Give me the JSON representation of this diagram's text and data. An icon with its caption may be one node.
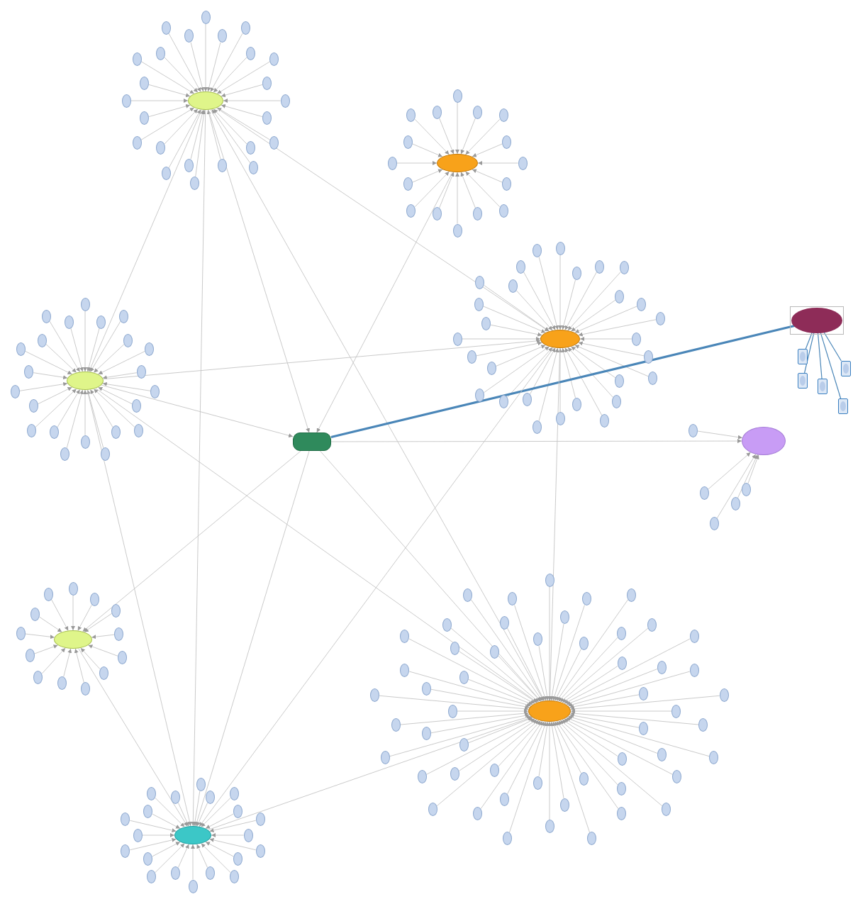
{
  "diagram": {
    "nodes": [
      {
        "text": [],
        "shape": "ellipse"
      },
      {
        "text": [],
        "shape": "ellipse"
      },
      {
        "text": [],
        "shape": "ellipse"
      },
      {
        "text": [],
        "shape": "ellipse"
      },
      {
        "text": [],
        "shape": "ellipse"
      },
      {
        "text": [],
        "shape": "box"
      },
      {
        "text": [],
        "shape": "ellipse"
      },
      {
        "text": [],
        "shape": "ellipse"
      },
      {
        "text": [],
        "shape": "ellipse"
      },
      {
        "text": [],
        "shape": "ellipse"
      },
      {
        "text": [],
        "shape": "ellipse"
      },
      {
        "text": [],
        "shape": "ellipse"
      },
      {
        "text": [],
        "shape": "ellipse"
      },
      {
        "text": [],
        "shape": "ellipse"
      },
      {
        "text": [],
        "shape": "ellipse"
      },
      {
        "text": [],
        "shape": "ellipse"
      },
      {
        "text": [],
        "shape": "ellipse"
      },
      {
        "text": [],
        "shape": "ellipse"
      },
      {
        "text": [],
        "shape": "ellipse"
      },
      {
        "text": [],
        "shape": "ellipse"
      },
      {
        "text": [],
        "shape": "ellipse"
      },
      {
        "text": [],
        "shape": "ellipse"
      },
      {
        "text": [],
        "shape": "ellipse"
      },
      {
        "text": [],
        "shape": "ellipse"
      },
      {
        "text": [],
        "shape": "ellipse"
      },
      {
        "text": [],
        "shape": "ellipse"
      },
      {
        "text": [],
        "shape": "ellipse"
      },
      {
        "text": [],
        "shape": "ellipse"
      },
      {
        "text": [],
        "shape": "ellipse"
      },
      {
        "text": [],
        "shape": "ellipse"
      },
      {
        "text": [],
        "shape": "ellipse"
      },
      {
        "text": [],
        "shape": "ellipse"
      },
      {
        "text": [],
        "shape": "ellipse"
      },
      {
        "text": [],
        "shape": "ellipse"
      },
      {
        "text": [],
        "shape": "ellipse"
      },
      {
        "text": [],
        "shape": "ellipse"
      },
      {
        "text": [],
        "shape": "ellipse"
      },
      {
        "text": [],
        "shape": "ellipse"
      },
      {
        "text": [],
        "shape": "ellipse"
      },
      {
        "text": [],
        "shape": "ellipse"
      },
      {
        "text": [],
        "shape": "ellipse"
      },
      {
        "text": [],
        "shape": "ellipse"
      },
      {
        "text": [],
        "shape": "ellipse"
      },
      {
        "text": [],
        "shape": "ellipse"
      },
      {
        "text": [],
        "shape": "ellipse"
      },
      {
        "text": [],
        "shape": "ellipse"
      },
      {
        "text": [],
        "shape": "ellipse"
      },
      {
        "text": [],
        "shape": "ellipse"
      },
      {
        "text": [],
        "shape": "ellipse"
      },
      {
        "text": [],
        "shape": "ellipse"
      },
      {
        "text": [],
        "shape": "ellipse"
      },
      {
        "text": [],
        "shape": "ellipse"
      },
      {
        "text": [],
        "shape": "ellipse"
      },
      {
        "text": [],
        "shape": "ellipse"
      },
      {
        "text": [],
        "shape": "ellipse"
      },
      {
        "text": [],
        "shape": "ellipse"
      },
      {
        "text": [],
        "shape": "ellipse"
      },
      {
        "text": [],
        "shape": "ellipse"
      },
      {
        "text": [],
        "shape": "ellipse"
      },
      {
        "text": [],
        "shape": "ellipse"
      },
      {
        "text": [],
        "shape": "ellipse"
      },
      {
        "text": [],
        "shape": "ellipse"
      },
      {
        "text": [],
        "shape": "ellipse"
      },
      {
        "text": [],
        "shape": "ellipse"
      },
      {
        "text": [],
        "shape": "ellipse"
      },
      {
        "text": [],
        "shape": "ellipse"
      },
      {
        "text": [],
        "shape": "ellipse"
      },
      {
        "text": [],
        "shape": "ellipse"
      },
      {
        "text": [],
        "shape": "ellipse"
      },
      {
        "text": [],
        "shape": "ellipse"
      },
      {
        "text": [],
        "shape": "ellipse"
      },
      {
        "text": [],
        "shape": "ellipse"
      },
      {
        "text": [],
        "shape": "ellipse"
      },
      {
        "text": [],
        "shape": "ellipse"
      },
      {
        "text": [],
        "shape": "ellipse"
      },
      {
        "text": [],
        "shape": "ellipse"
      },
      {
        "text": [],
        "shape": "ellipse"
      },
      {
        "text": [],
        "shape": "ellipse"
      },
      {
        "text": [],
        "shape": "box"
      },
      {
        "text": [],
        "shape": "box"
      },
      {
        "text": [],
        "shape": "box"
      },
      {
        "text": [],
        "shape": "box"
      },
      {
        "text": [],
        "shape": "box"
      },
      {
        "text": [],
        "shape": "ellipse"
      },
      {
        "text": [],
        "shape": "ellipse"
      },
      {
        "text": [],
        "shape": "ellipse"
      },
      {
        "text": [],
        "shape": "ellipse"
      },
      {
        "text": [],
        "shape": "ellipse"
      },
      {
        "text": [],
        "shape": "ellipse"
      },
      {
        "text": [],
        "shape": "ellipse"
      },
      {
        "text": [],
        "shape": "ellipse"
      },
      {
        "text": [],
        "shape": "ellipse"
      },
      {
        "text": [],
        "shape": "ellipse"
      },
      {
        "text": [],
        "shape": "ellipse"
      },
      {
        "text": [],
        "shape": "ellipse"
      },
      {
        "text": [],
        "shape": "ellipse"
      },
      {
        "text": [],
        "shape": "ellipse"
      },
      {
        "text": [],
        "shape": "ellipse"
      },
      {
        "text": [],
        "shape": "ellipse"
      },
      {
        "text": [],
        "shape": "ellipse"
      },
      {
        "text": [],
        "shape": "ellipse"
      },
      {
        "text": [],
        "shape": "ellipse"
      },
      {
        "text": [],
        "shape": "ellipse"
      },
      {
        "text": [],
        "shape": "ellipse"
      },
      {
        "text": [],
        "shape": "ellipse"
      },
      {
        "text": [],
        "shape": "ellipse"
      },
      {
        "text": [],
        "shape": "ellipse"
      },
      {
        "text": [],
        "shape": "ellipse"
      },
      {
        "text": [],
        "shape": "ellipse"
      },
      {
        "text": [],
        "shape": "ellipse"
      },
      {
        "text": [],
        "shape": "ellipse"
      },
      {
        "text": [],
        "shape": "ellipse"
      },
      {
        "text": [],
        "shape": "ellipse"
      },
      {
        "text": [],
        "shape": "ellipse"
      },
      {
        "text": [],
        "shape": "ellipse"
      },
      {
        "text": [],
        "shape": "ellipse"
      },
      {
        "text": [],
        "shape": "ellipse"
      },
      {
        "text": [],
        "shape": "ellipse"
      },
      {
        "text": [],
        "shape": "ellipse"
      },
      {
        "text": [],
        "shape": "ellipse"
      },
      {
        "text": [],
        "shape": "ellipse"
      },
      {
        "text": [],
        "shape": "ellipse"
      },
      {
        "text": [],
        "shape": "ellipse"
      },
      {
        "text": [],
        "shape": "ellipse"
      },
      {
        "text": [],
        "shape": "ellipse"
      },
      {
        "text": [],
        "shape": "ellipse"
      },
      {
        "text": [],
        "shape": "ellipse"
      },
      {
        "text": [],
        "shape": "ellipse"
      },
      {
        "text": [],
        "shape": "ellipse"
      },
      {
        "text": [],
        "shape": "ellipse"
      },
      {
        "text": [],
        "shape": "ellipse"
      },
      {
        "text": [],
        "shape": "ellipse"
      },
      {
        "text": [],
        "shape": "ellipse"
      },
      {
        "text": [],
        "shape": "ellipse"
      },
      {
        "text": [],
        "shape": "ellipse"
      },
      {
        "text": [],
        "shape": "ellipse"
      },
      {
        "text": [],
        "shape": "ellipse"
      },
      {
        "text": [],
        "shape": "ellipse"
      },
      {
        "text": [],
        "shape": "ellipse"
      },
      {
        "text": [],
        "shape": "ellipse"
      },
      {
        "text": [],
        "shape": "ellipse"
      },
      {
        "text": [],
        "shape": "ellipse"
      },
      {
        "text": [],
        "shape": "ellipse"
      },
      {
        "text": [],
        "shape": "ellipse"
      },
      {
        "text": [],
        "shape": "ellipse"
      },
      {
        "text": [],
        "shape": "ellipse"
      },
      {
        "text": [],
        "shape": "ellipse"
      },
      {
        "text": [],
        "shape": "ellipse"
      },
      {
        "text": [],
        "shape": "ellipse"
      },
      {
        "text": [],
        "shape": "ellipse"
      },
      {
        "text": [],
        "shape": "ellipse"
      },
      {
        "text": [],
        "shape": "ellipse"
      },
      {
        "text": [],
        "shape": "ellipse"
      },
      {
        "text": [],
        "shape": "ellipse"
      },
      {
        "text": [],
        "shape": "ellipse"
      },
      {
        "text": [],
        "shape": "ellipse"
      },
      {
        "text": [],
        "shape": "ellipse"
      },
      {
        "text": [],
        "shape": "ellipse"
      },
      {
        "text": [],
        "shape": "ellipse"
      },
      {
        "text": [],
        "shape": "ellipse"
      },
      {
        "text": [],
        "shape": "ellipse"
      },
      {
        "text": [],
        "shape": "ellipse"
      },
      {
        "text": [],
        "shape": "ellipse"
      },
      {
        "text": [],
        "shape": "ellipse"
      },
      {
        "text": [],
        "shape": "ellipse"
      },
      {
        "text": [],
        "shape": "ellipse"
      },
      {
        "text": [],
        "shape": "ellipse"
      },
      {
        "text": [],
        "shape": "ellipse"
      },
      {
        "text": [],
        "shape": "ellipse"
      },
      {
        "text": [],
        "shape": "ellipse"
      },
      {
        "text": [],
        "shape": "ellipse"
      },
      {
        "text": [],
        "shape": "ellipse"
      },
      {
        "text": [],
        "shape": "ellipse"
      },
      {
        "text": [],
        "shape": "ellipse"
      },
      {
        "text": [],
        "shape": "ellipse"
      },
      {
        "text": [],
        "shape": "ellipse"
      },
      {
        "text": [],
        "shape": "ellipse"
      },
      {
        "text": [],
        "shape": "ellipse"
      },
      {
        "text": [],
        "shape": "ellipse"
      },
      {
        "text": [],
        "shape": "ellipse"
      },
      {
        "text": [],
        "shape": "ellipse"
      },
      {
        "text": [],
        "shape": "ellipse"
      },
      {
        "text": [],
        "shape": "ellipse"
      },
      {
        "text": [],
        "shape": "ellipse"
      },
      {
        "text": [],
        "shape": "ellipse"
      },
      {
        "text": [],
        "shape": "ellipse"
      },
      {
        "text": [],
        "shape": "ellipse"
      },
      {
        "text": [],
        "shape": "ellipse"
      },
      {
        "text": [],
        "shape": "ellipse"
      },
      {
        "text": [],
        "shape": "ellipse"
      },
      {
        "text": [],
        "shape": "ellipse"
      },
      {
        "text": [],
        "shape": "ellipse"
      },
      {
        "text": [],
        "shape": "ellipse"
      },
      {
        "text": [],
        "shape": "ellipse"
      },
      {
        "text": [],
        "shape": "ellipse"
      }
    ],
    "edges": [
      {
        "from": 10,
        "to": 0,
        "arrow": "to"
      },
      {
        "from": 11,
        "to": 0,
        "arrow": "to"
      },
      {
        "from": 12,
        "to": 0,
        "arrow": "to"
      },
      {
        "from": 13,
        "to": 0,
        "arrow": "to"
      },
      {
        "from": 14,
        "to": 0,
        "arrow": "to"
      },
      {
        "from": 15,
        "to": 0,
        "arrow": "to"
      },
      {
        "from": 16,
        "to": 0,
        "arrow": "to"
      },
      {
        "from": 17,
        "to": 0,
        "arrow": "to"
      },
      {
        "from": 18,
        "to": 0,
        "arrow": "to"
      },
      {
        "from": 19,
        "to": 0,
        "arrow": "to"
      },
      {
        "from": 20,
        "to": 0,
        "arrow": "to"
      },
      {
        "from": 21,
        "to": 0,
        "arrow": "to"
      },
      {
        "from": 22,
        "to": 0,
        "arrow": "to"
      },
      {
        "from": 23,
        "to": 0,
        "arrow": "to"
      },
      {
        "from": 24,
        "to": 0,
        "arrow": "to"
      },
      {
        "from": 25,
        "to": 0,
        "arrow": "to"
      },
      {
        "from": 26,
        "to": 0,
        "arrow": "to"
      },
      {
        "from": 27,
        "to": 0,
        "arrow": "to"
      },
      {
        "from": 28,
        "to": 0,
        "arrow": "to"
      },
      {
        "from": 29,
        "to": 0,
        "arrow": "to"
      },
      {
        "from": 30,
        "to": 0,
        "arrow": "to"
      },
      {
        "from": 31,
        "to": 0,
        "arrow": "to"
      },
      {
        "from": 32,
        "to": 0,
        "arrow": "to"
      },
      {
        "from": 33,
        "to": 0,
        "arrow": "to"
      },
      {
        "from": 34,
        "to": 1,
        "arrow": "to"
      },
      {
        "from": 35,
        "to": 1,
        "arrow": "to"
      },
      {
        "from": 36,
        "to": 1,
        "arrow": "to"
      },
      {
        "from": 37,
        "to": 1,
        "arrow": "to"
      },
      {
        "from": 38,
        "to": 1,
        "arrow": "to"
      },
      {
        "from": 39,
        "to": 1,
        "arrow": "to"
      },
      {
        "from": 40,
        "to": 1,
        "arrow": "to"
      },
      {
        "from": 41,
        "to": 1,
        "arrow": "to"
      },
      {
        "from": 42,
        "to": 1,
        "arrow": "to"
      },
      {
        "from": 43,
        "to": 1,
        "arrow": "to"
      },
      {
        "from": 44,
        "to": 1,
        "arrow": "to"
      },
      {
        "from": 45,
        "to": 1,
        "arrow": "to"
      },
      {
        "from": 46,
        "to": 1,
        "arrow": "to"
      },
      {
        "from": 47,
        "to": 1,
        "arrow": "to"
      },
      {
        "from": 48,
        "to": 1,
        "arrow": "to"
      },
      {
        "from": 49,
        "to": 1,
        "arrow": "to"
      },
      {
        "from": 50,
        "to": 2,
        "arrow": "to"
      },
      {
        "from": 51,
        "to": 2,
        "arrow": "to"
      },
      {
        "from": 52,
        "to": 2,
        "arrow": "to"
      },
      {
        "from": 53,
        "to": 2,
        "arrow": "to"
      },
      {
        "from": 54,
        "to": 2,
        "arrow": "to"
      },
      {
        "from": 55,
        "to": 2,
        "arrow": "to"
      },
      {
        "from": 56,
        "to": 2,
        "arrow": "to"
      },
      {
        "from": 57,
        "to": 2,
        "arrow": "to"
      },
      {
        "from": 58,
        "to": 2,
        "arrow": "to"
      },
      {
        "from": 59,
        "to": 2,
        "arrow": "to"
      },
      {
        "from": 60,
        "to": 2,
        "arrow": "to"
      },
      {
        "from": 61,
        "to": 2,
        "arrow": "to"
      },
      {
        "from": 62,
        "to": 2,
        "arrow": "to"
      },
      {
        "from": 63,
        "to": 2,
        "arrow": "to"
      },
      {
        "from": 64,
        "to": 2,
        "arrow": "to"
      },
      {
        "from": 65,
        "to": 2,
        "arrow": "to"
      },
      {
        "from": 66,
        "to": 2,
        "arrow": "to"
      },
      {
        "from": 67,
        "to": 2,
        "arrow": "to"
      },
      {
        "from": 68,
        "to": 2,
        "arrow": "to"
      },
      {
        "from": 69,
        "to": 2,
        "arrow": "to"
      },
      {
        "from": 70,
        "to": 2,
        "arrow": "to"
      },
      {
        "from": 71,
        "to": 2,
        "arrow": "to"
      },
      {
        "from": 72,
        "to": 2,
        "arrow": "to"
      },
      {
        "from": 73,
        "to": 2,
        "arrow": "to"
      },
      {
        "from": 74,
        "to": 2,
        "arrow": "to"
      },
      {
        "from": 75,
        "to": 2,
        "arrow": "to"
      },
      {
        "from": 76,
        "to": 2,
        "arrow": "to"
      },
      {
        "from": 77,
        "to": 2,
        "arrow": "to"
      },
      {
        "from": 3,
        "to": 78,
        "arrow": "none",
        "color": "#4a86b8"
      },
      {
        "from": 3,
        "to": 79,
        "arrow": "none",
        "color": "#4a86b8"
      },
      {
        "from": 3,
        "to": 80,
        "arrow": "none",
        "color": "#4a86b8"
      },
      {
        "from": 3,
        "to": 81,
        "arrow": "none",
        "color": "#4a86b8"
      },
      {
        "from": 3,
        "to": 82,
        "arrow": "none",
        "color": "#4a86b8"
      },
      {
        "from": 83,
        "to": 4,
        "arrow": "to"
      },
      {
        "from": 84,
        "to": 4,
        "arrow": "to"
      },
      {
        "from": 85,
        "to": 4,
        "arrow": "to"
      },
      {
        "from": 86,
        "to": 4,
        "arrow": "to"
      },
      {
        "from": 87,
        "to": 4,
        "arrow": "to"
      },
      {
        "from": 88,
        "to": 4,
        "arrow": "to"
      },
      {
        "from": 89,
        "to": 4,
        "arrow": "to"
      },
      {
        "from": 90,
        "to": 4,
        "arrow": "to"
      },
      {
        "from": 91,
        "to": 4,
        "arrow": "to"
      },
      {
        "from": 92,
        "to": 4,
        "arrow": "to"
      },
      {
        "from": 93,
        "to": 4,
        "arrow": "to"
      },
      {
        "from": 94,
        "to": 4,
        "arrow": "to"
      },
      {
        "from": 95,
        "to": 4,
        "arrow": "to"
      },
      {
        "from": 96,
        "to": 4,
        "arrow": "to"
      },
      {
        "from": 97,
        "to": 4,
        "arrow": "to"
      },
      {
        "from": 98,
        "to": 4,
        "arrow": "to"
      },
      {
        "from": 99,
        "to": 4,
        "arrow": "to"
      },
      {
        "from": 100,
        "to": 4,
        "arrow": "to"
      },
      {
        "from": 101,
        "to": 4,
        "arrow": "to"
      },
      {
        "from": 102,
        "to": 4,
        "arrow": "to"
      },
      {
        "from": 103,
        "to": 4,
        "arrow": "to"
      },
      {
        "from": 104,
        "to": 4,
        "arrow": "to"
      },
      {
        "from": 105,
        "to": 6,
        "arrow": "to"
      },
      {
        "from": 106,
        "to": 6,
        "arrow": "to"
      },
      {
        "from": 107,
        "to": 6,
        "arrow": "to"
      },
      {
        "from": 108,
        "to": 6,
        "arrow": "to"
      },
      {
        "from": 109,
        "to": 6,
        "arrow": "to"
      },
      {
        "from": 110,
        "to": 7,
        "arrow": "to"
      },
      {
        "from": 111,
        "to": 7,
        "arrow": "to"
      },
      {
        "from": 112,
        "to": 7,
        "arrow": "to"
      },
      {
        "from": 113,
        "to": 7,
        "arrow": "to"
      },
      {
        "from": 114,
        "to": 7,
        "arrow": "to"
      },
      {
        "from": 115,
        "to": 7,
        "arrow": "to"
      },
      {
        "from": 116,
        "to": 7,
        "arrow": "to"
      },
      {
        "from": 117,
        "to": 7,
        "arrow": "to"
      },
      {
        "from": 118,
        "to": 7,
        "arrow": "to"
      },
      {
        "from": 119,
        "to": 7,
        "arrow": "to"
      },
      {
        "from": 120,
        "to": 7,
        "arrow": "to"
      },
      {
        "from": 121,
        "to": 7,
        "arrow": "to"
      },
      {
        "from": 122,
        "to": 7,
        "arrow": "to"
      },
      {
        "from": 123,
        "to": 8,
        "arrow": "to"
      },
      {
        "from": 124,
        "to": 8,
        "arrow": "to"
      },
      {
        "from": 125,
        "to": 8,
        "arrow": "to"
      },
      {
        "from": 126,
        "to": 8,
        "arrow": "to"
      },
      {
        "from": 127,
        "to": 8,
        "arrow": "to"
      },
      {
        "from": 128,
        "to": 8,
        "arrow": "to"
      },
      {
        "from": 129,
        "to": 8,
        "arrow": "to"
      },
      {
        "from": 130,
        "to": 8,
        "arrow": "to"
      },
      {
        "from": 131,
        "to": 8,
        "arrow": "to"
      },
      {
        "from": 132,
        "to": 8,
        "arrow": "to"
      },
      {
        "from": 133,
        "to": 8,
        "arrow": "to"
      },
      {
        "from": 134,
        "to": 8,
        "arrow": "to"
      },
      {
        "from": 135,
        "to": 8,
        "arrow": "to"
      },
      {
        "from": 136,
        "to": 8,
        "arrow": "to"
      },
      {
        "from": 137,
        "to": 8,
        "arrow": "to"
      },
      {
        "from": 138,
        "to": 8,
        "arrow": "to"
      },
      {
        "from": 139,
        "to": 8,
        "arrow": "to"
      },
      {
        "from": 140,
        "to": 8,
        "arrow": "to"
      },
      {
        "from": 141,
        "to": 8,
        "arrow": "to"
      },
      {
        "from": 142,
        "to": 8,
        "arrow": "to"
      },
      {
        "from": 143,
        "to": 8,
        "arrow": "to"
      },
      {
        "from": 144,
        "to": 8,
        "arrow": "to"
      },
      {
        "from": 145,
        "to": 8,
        "arrow": "to"
      },
      {
        "from": 146,
        "to": 8,
        "arrow": "to"
      },
      {
        "from": 147,
        "to": 8,
        "arrow": "to"
      },
      {
        "from": 148,
        "to": 8,
        "arrow": "to"
      },
      {
        "from": 149,
        "to": 8,
        "arrow": "to"
      },
      {
        "from": 150,
        "to": 8,
        "arrow": "to"
      },
      {
        "from": 151,
        "to": 8,
        "arrow": "to"
      },
      {
        "from": 152,
        "to": 8,
        "arrow": "to"
      },
      {
        "from": 153,
        "to": 8,
        "arrow": "to"
      },
      {
        "from": 154,
        "to": 8,
        "arrow": "to"
      },
      {
        "from": 155,
        "to": 8,
        "arrow": "to"
      },
      {
        "from": 156,
        "to": 8,
        "arrow": "to"
      },
      {
        "from": 157,
        "to": 8,
        "arrow": "to"
      },
      {
        "from": 158,
        "to": 8,
        "arrow": "to"
      },
      {
        "from": 159,
        "to": 8,
        "arrow": "to"
      },
      {
        "from": 160,
        "to": 8,
        "arrow": "to"
      },
      {
        "from": 161,
        "to": 8,
        "arrow": "to"
      },
      {
        "from": 162,
        "to": 8,
        "arrow": "to"
      },
      {
        "from": 163,
        "to": 8,
        "arrow": "to"
      },
      {
        "from": 164,
        "to": 8,
        "arrow": "to"
      },
      {
        "from": 165,
        "to": 8,
        "arrow": "to"
      },
      {
        "from": 166,
        "to": 8,
        "arrow": "to"
      },
      {
        "from": 167,
        "to": 8,
        "arrow": "to"
      },
      {
        "from": 168,
        "to": 8,
        "arrow": "to"
      },
      {
        "from": 169,
        "to": 8,
        "arrow": "to"
      },
      {
        "from": 170,
        "to": 8,
        "arrow": "to"
      },
      {
        "from": 171,
        "to": 8,
        "arrow": "to"
      },
      {
        "from": 172,
        "to": 8,
        "arrow": "to"
      },
      {
        "from": 173,
        "to": 8,
        "arrow": "to"
      },
      {
        "from": 174,
        "to": 8,
        "arrow": "to"
      },
      {
        "from": 175,
        "to": 9,
        "arrow": "to"
      },
      {
        "from": 176,
        "to": 9,
        "arrow": "to"
      },
      {
        "from": 177,
        "to": 9,
        "arrow": "to"
      },
      {
        "from": 178,
        "to": 9,
        "arrow": "to"
      },
      {
        "from": 179,
        "to": 9,
        "arrow": "to"
      },
      {
        "from": 180,
        "to": 9,
        "arrow": "to"
      },
      {
        "from": 181,
        "to": 9,
        "arrow": "to"
      },
      {
        "from": 182,
        "to": 9,
        "arrow": "to"
      },
      {
        "from": 183,
        "to": 9,
        "arrow": "to"
      },
      {
        "from": 184,
        "to": 9,
        "arrow": "to"
      },
      {
        "from": 185,
        "to": 9,
        "arrow": "to"
      },
      {
        "from": 186,
        "to": 9,
        "arrow": "to"
      },
      {
        "from": 187,
        "to": 9,
        "arrow": "to"
      },
      {
        "from": 188,
        "to": 9,
        "arrow": "to"
      },
      {
        "from": 189,
        "to": 9,
        "arrow": "to"
      },
      {
        "from": 190,
        "to": 9,
        "arrow": "to"
      },
      {
        "from": 191,
        "to": 9,
        "arrow": "to"
      },
      {
        "from": 192,
        "to": 9,
        "arrow": "to"
      },
      {
        "from": 193,
        "to": 9,
        "arrow": "to"
      },
      {
        "from": 194,
        "to": 9,
        "arrow": "to"
      },
      {
        "from": 0,
        "to": 2,
        "arrow": "to"
      },
      {
        "from": 0,
        "to": 4,
        "arrow": "to"
      },
      {
        "from": 0,
        "to": 9,
        "arrow": "to"
      },
      {
        "from": 0,
        "to": 5,
        "arrow": "to"
      },
      {
        "from": 0,
        "to": 8,
        "arrow": "to"
      },
      {
        "from": 4,
        "to": 2,
        "arrow": "to"
      },
      {
        "from": 4,
        "to": 5,
        "arrow": "to"
      },
      {
        "from": 4,
        "to": 8,
        "arrow": "to"
      },
      {
        "from": 4,
        "to": 9,
        "arrow": "to"
      },
      {
        "from": 1,
        "to": 5,
        "arrow": "to"
      },
      {
        "from": 5,
        "to": 3,
        "arrow": "none",
        "style": "thick",
        "color": "#4a86b8"
      },
      {
        "from": 5,
        "to": 6,
        "arrow": "to"
      },
      {
        "from": 5,
        "to": 7,
        "arrow": "to"
      },
      {
        "from": 5,
        "to": 9,
        "arrow": "to"
      },
      {
        "from": 5,
        "to": 8,
        "arrow": "to"
      },
      {
        "from": 2,
        "to": 9,
        "arrow": "to"
      },
      {
        "from": 2,
        "to": 8,
        "arrow": "to"
      },
      {
        "from": 7,
        "to": 9,
        "arrow": "to"
      },
      {
        "from": 9,
        "to": 8,
        "arrow": "to"
      }
    ]
  }
}
